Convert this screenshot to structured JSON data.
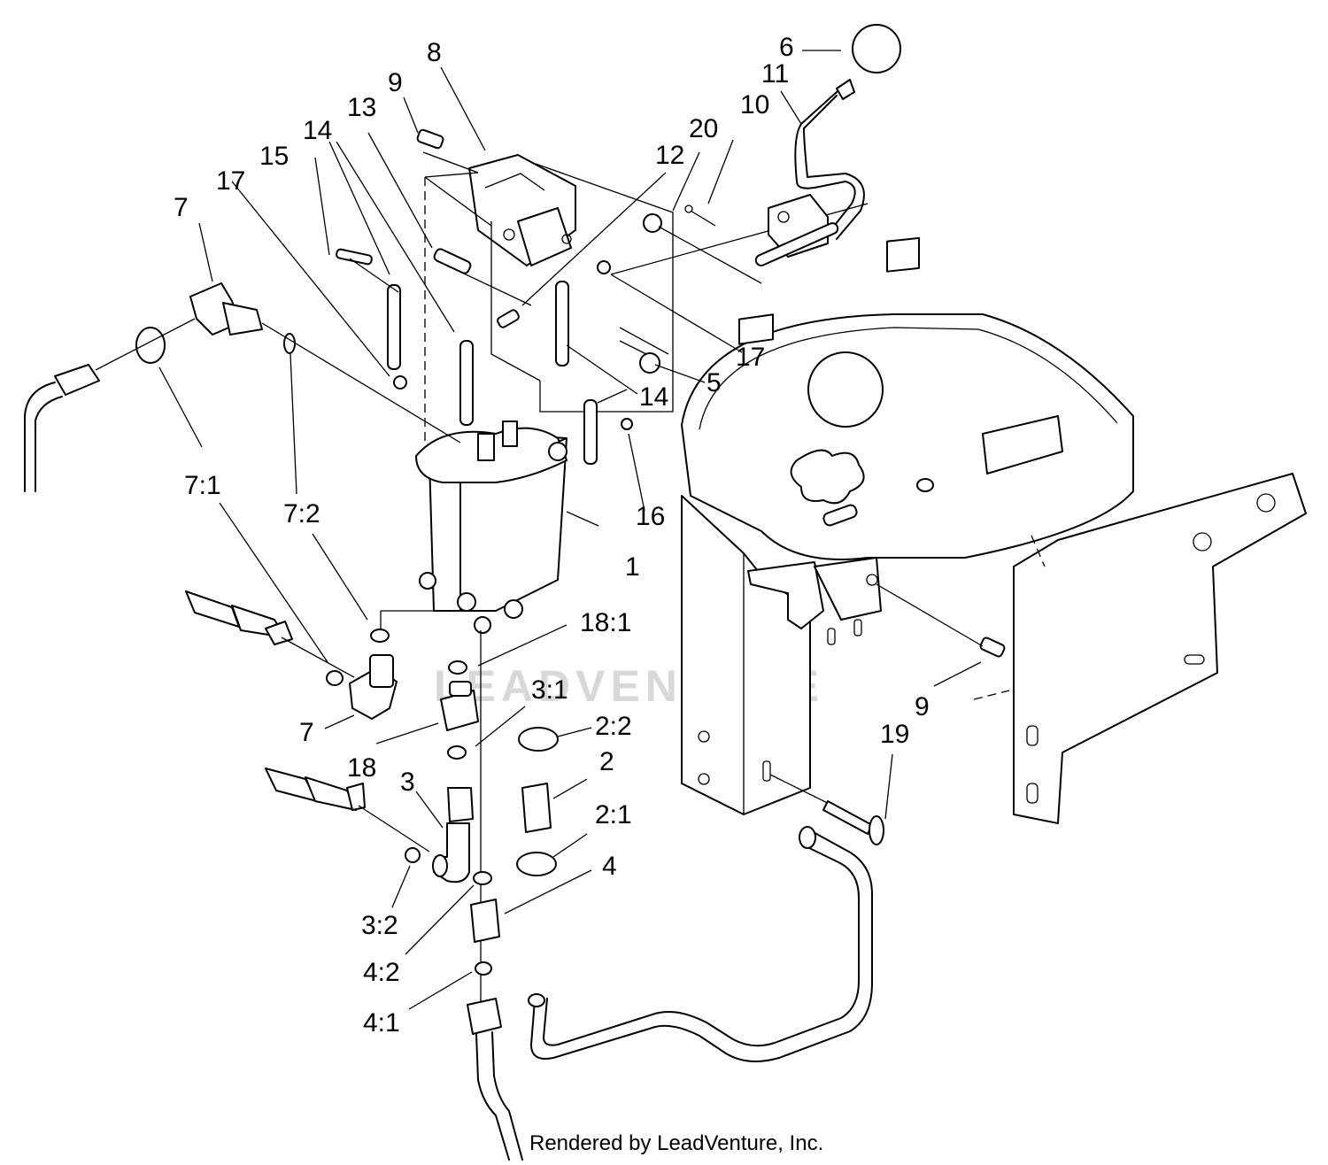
{
  "watermark": "LEADVENTURE",
  "footer": "Rendered by LeadVenture, Inc.",
  "callouts": [
    "1",
    "2",
    "2:1",
    "2:2",
    "3",
    "3:1",
    "3:2",
    "4",
    "4:1",
    "4:2",
    "5",
    "6",
    "7",
    "7",
    "7:1",
    "7:2",
    "8",
    "9",
    "9",
    "10",
    "11",
    "12",
    "13",
    "14",
    "14",
    "15",
    "16",
    "17",
    "17",
    "18",
    "18:1",
    "19",
    "20"
  ]
}
